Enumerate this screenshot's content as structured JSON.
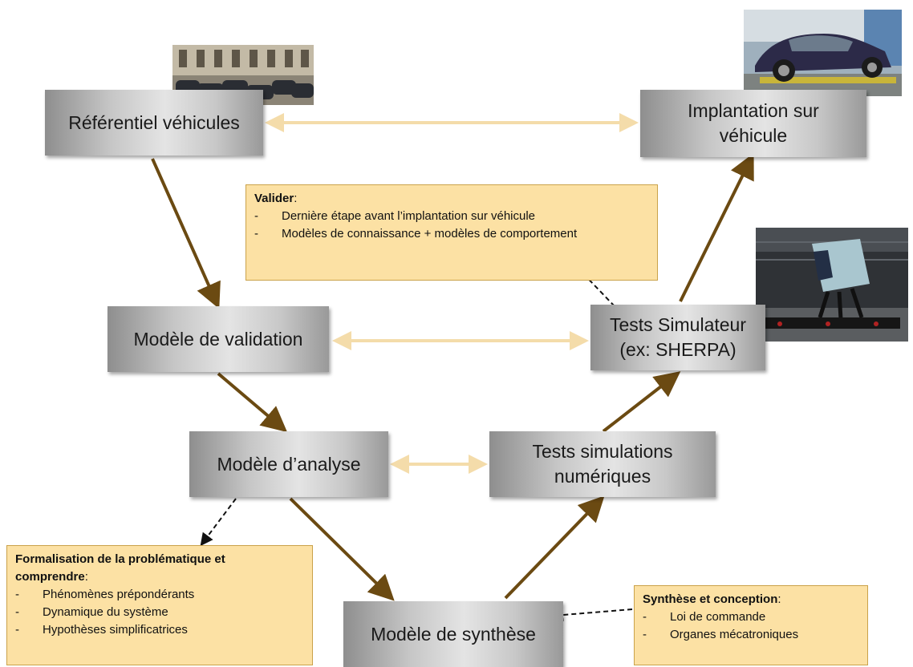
{
  "boxes": {
    "referentiel": "Référentiel véhicules",
    "implantation": "Implantation sur véhicule",
    "validation": "Modèle de validation",
    "tests_simulateur_line1": "Tests Simulateur",
    "tests_simulateur_line2": "(ex: SHERPA)",
    "analyse": "Modèle d’analyse",
    "tests_simulations": "Tests simulations numériques",
    "synthese": "Modèle de synthèse"
  },
  "notes": {
    "valider": {
      "heading": "Valider",
      "items": [
        "Dernière étape avant l’implantation sur véhicule",
        "Modèles de connaissance + modèles de comportement"
      ]
    },
    "formalisation": {
      "heading": "Formalisation de la problématique et comprendre",
      "items": [
        "Phénomènes prépondérants",
        "Dynamique du système",
        "Hypothèses simplificatrices"
      ]
    },
    "synthese": {
      "heading": "Synthèse et conception",
      "items": [
        "Loi de commande",
        "Organes mécatroniques"
      ]
    }
  },
  "colors": {
    "brown_arrow": "#6b4a12",
    "cream_arrow": "#f4dcaa",
    "note_fill": "#fce1a4",
    "note_border": "#caa24a"
  }
}
